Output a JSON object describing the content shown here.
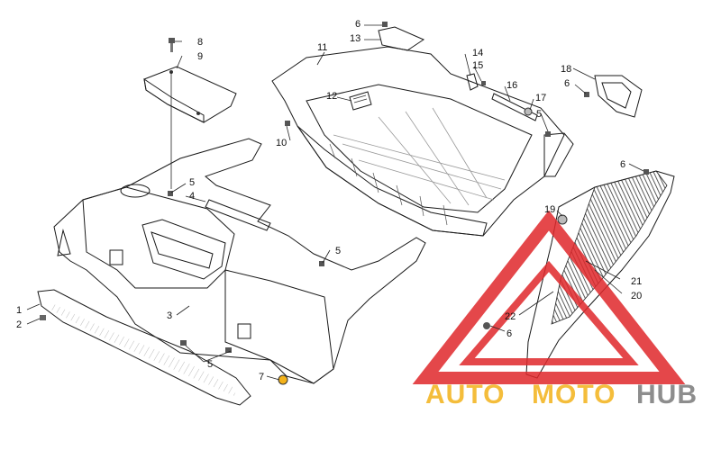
{
  "diagram": {
    "callouts": [
      "1",
      "2",
      "3",
      "4",
      "5",
      "6",
      "7",
      "8",
      "9",
      "10",
      "11",
      "12",
      "13",
      "14",
      "15",
      "16",
      "17",
      "18",
      "19",
      "20",
      "21",
      "22"
    ],
    "repeat": {
      "five": "5",
      "six": "6"
    }
  },
  "watermark": {
    "part1": "AUTO",
    "part2": "MOTO",
    "part3": "HUB",
    "colors": {
      "triangle": "#e0282b",
      "auto": "#f3b21a",
      "hub": "#7a7a7a"
    }
  }
}
